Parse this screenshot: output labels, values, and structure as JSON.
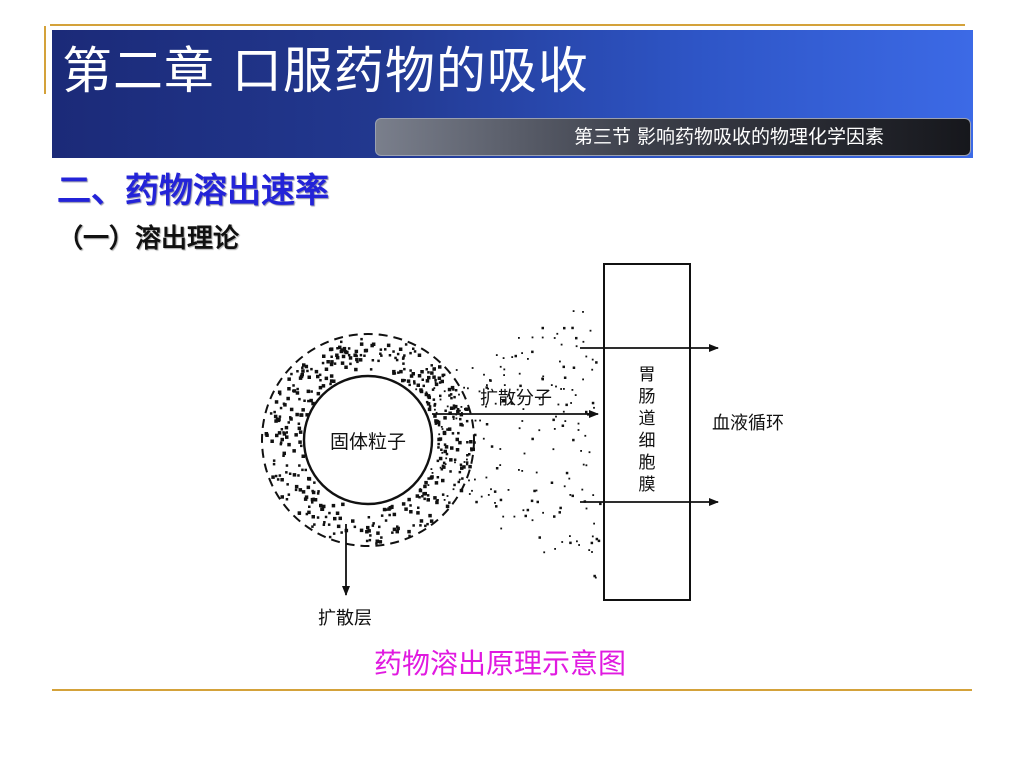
{
  "slide": {
    "chapter_title": "第二章  口服药物的吸收",
    "section_subtitle": "第三节  影响药物吸收的物理化学因素",
    "heading": "二、药物溶出速率",
    "subheading": "（一）溶出理论",
    "caption": "药物溶出原理示意图"
  },
  "diagram": {
    "particle_label": "固体粒子",
    "diffusion_molecule_label": "扩散分子",
    "diffusion_layer_label": "扩散层",
    "membrane_label": [
      "胃",
      "肠",
      "道",
      "细",
      "胞",
      "膜"
    ],
    "blood_label": "血液循环"
  },
  "colors": {
    "banner_dark": "#1b2a78",
    "banner_light": "#3c6ae6",
    "heading": "#2323d8",
    "caption": "#e01ae0",
    "rule": "#d4a23a"
  }
}
